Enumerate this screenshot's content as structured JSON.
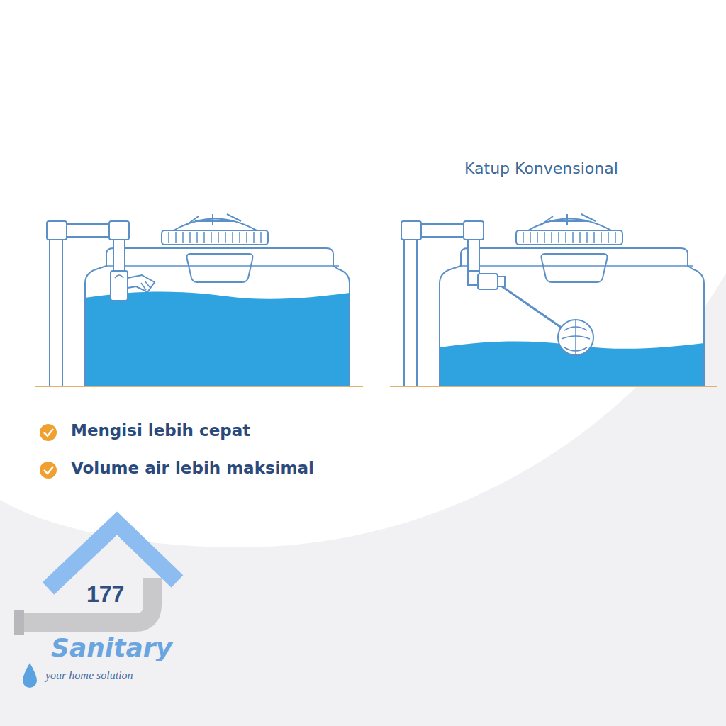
{
  "diagram": {
    "labels": [
      "Katup Konvensional",
      "Mengisi lebih cepat",
      "Volume air lebih maksimal",
      "177",
      "Sanitary",
      "your home solution"
    ]
  }
}
